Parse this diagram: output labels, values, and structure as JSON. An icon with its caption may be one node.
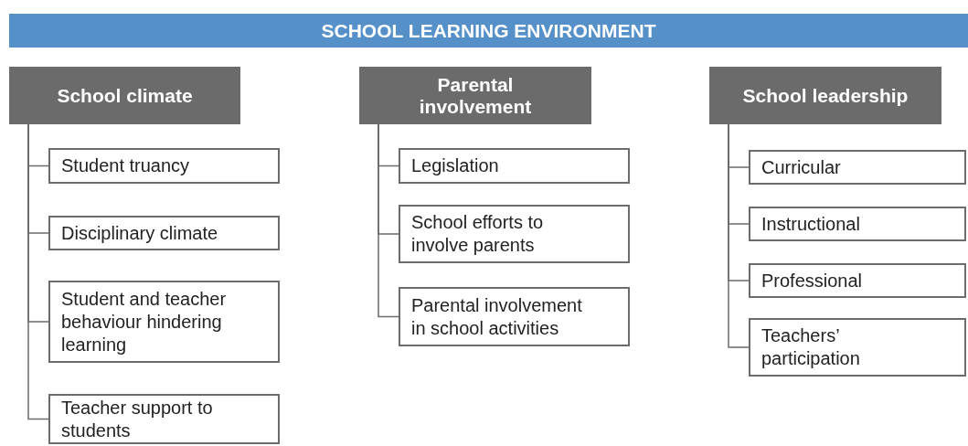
{
  "diagram": {
    "nodes": [
      {
        "text": [
          "SCHOOL LEARNING ENVIRONMENT"
        ]
      },
      {
        "text": [
          "School climate"
        ]
      },
      {
        "text": [
          "Student truancy"
        ]
      },
      {
        "text": [
          "Disciplinary climate"
        ]
      },
      {
        "text": [
          "Student and teacher behaviour hindering learning"
        ]
      },
      {
        "text": [
          "Teacher support to students"
        ]
      },
      {
        "text": [
          "Parental involvement"
        ]
      },
      {
        "text": [
          "Legislation"
        ]
      },
      {
        "text": [
          "School efforts to involve parents"
        ]
      },
      {
        "text": [
          "Parental involvement in school activities"
        ]
      },
      {
        "text": [
          "School leadership"
        ]
      },
      {
        "text": [
          "Curricular"
        ]
      },
      {
        "text": [
          "Instructional"
        ]
      },
      {
        "text": [
          "Professional"
        ]
      },
      {
        "text": [
          "Teachers’ participation"
        ]
      }
    ],
    "edges": [
      {
        "from": 1,
        "to": 2,
        "arrow": "none"
      },
      {
        "from": 1,
        "to": 3,
        "arrow": "none"
      },
      {
        "from": 1,
        "to": 4,
        "arrow": "none"
      },
      {
        "from": 1,
        "to": 5,
        "arrow": "none"
      },
      {
        "from": 6,
        "to": 7,
        "arrow": "none"
      },
      {
        "from": 6,
        "to": 8,
        "arrow": "none"
      },
      {
        "from": 6,
        "to": 9,
        "arrow": "none"
      },
      {
        "from": 10,
        "to": 11,
        "arrow": "none"
      },
      {
        "from": 10,
        "to": 12,
        "arrow": "none"
      },
      {
        "from": 10,
        "to": 13,
        "arrow": "none"
      },
      {
        "from": 10,
        "to": 14,
        "arrow": "none"
      }
    ]
  }
}
